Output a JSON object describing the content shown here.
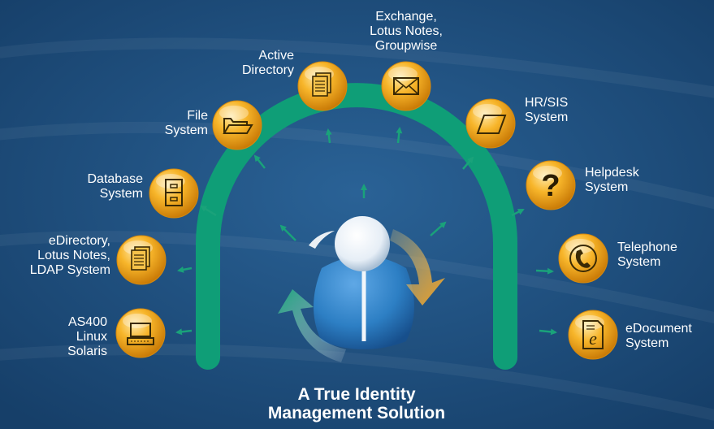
{
  "title_line1": "A True Identity",
  "title_line2": "Management Solution",
  "colors": {
    "background": "#1d4f80",
    "arc": "#0f9e77",
    "node_fill": "#f2a51a",
    "person": "#2d7fc4"
  },
  "nodes": {
    "as400": {
      "icon": "computer-icon",
      "lines": [
        "AS400",
        "Linux",
        "Solaris"
      ]
    },
    "edirectory": {
      "icon": "documents-icon",
      "lines": [
        "eDirectory,",
        "Lotus Notes,",
        "LDAP System"
      ]
    },
    "database": {
      "icon": "file-cabinet-icon",
      "lines": [
        "Database",
        "System"
      ]
    },
    "filesystem": {
      "icon": "folder-icon",
      "lines": [
        "File",
        "System"
      ]
    },
    "activedir": {
      "icon": "documents-icon",
      "lines": [
        "Active",
        "Directory"
      ]
    },
    "exchange": {
      "icon": "envelope-icon",
      "lines": [
        "Exchange,",
        "Lotus Notes,",
        "Groupwise"
      ]
    },
    "hrsis": {
      "icon": "folder-icon",
      "lines": [
        "HR/SIS",
        "System"
      ]
    },
    "helpdesk": {
      "icon": "question-icon",
      "lines": [
        "Helpdesk",
        "System"
      ]
    },
    "telephone": {
      "icon": "telephone-icon",
      "lines": [
        "Telephone",
        "System"
      ]
    },
    "edocument": {
      "icon": "edocument-icon",
      "lines": [
        "eDocument",
        "System"
      ]
    }
  }
}
